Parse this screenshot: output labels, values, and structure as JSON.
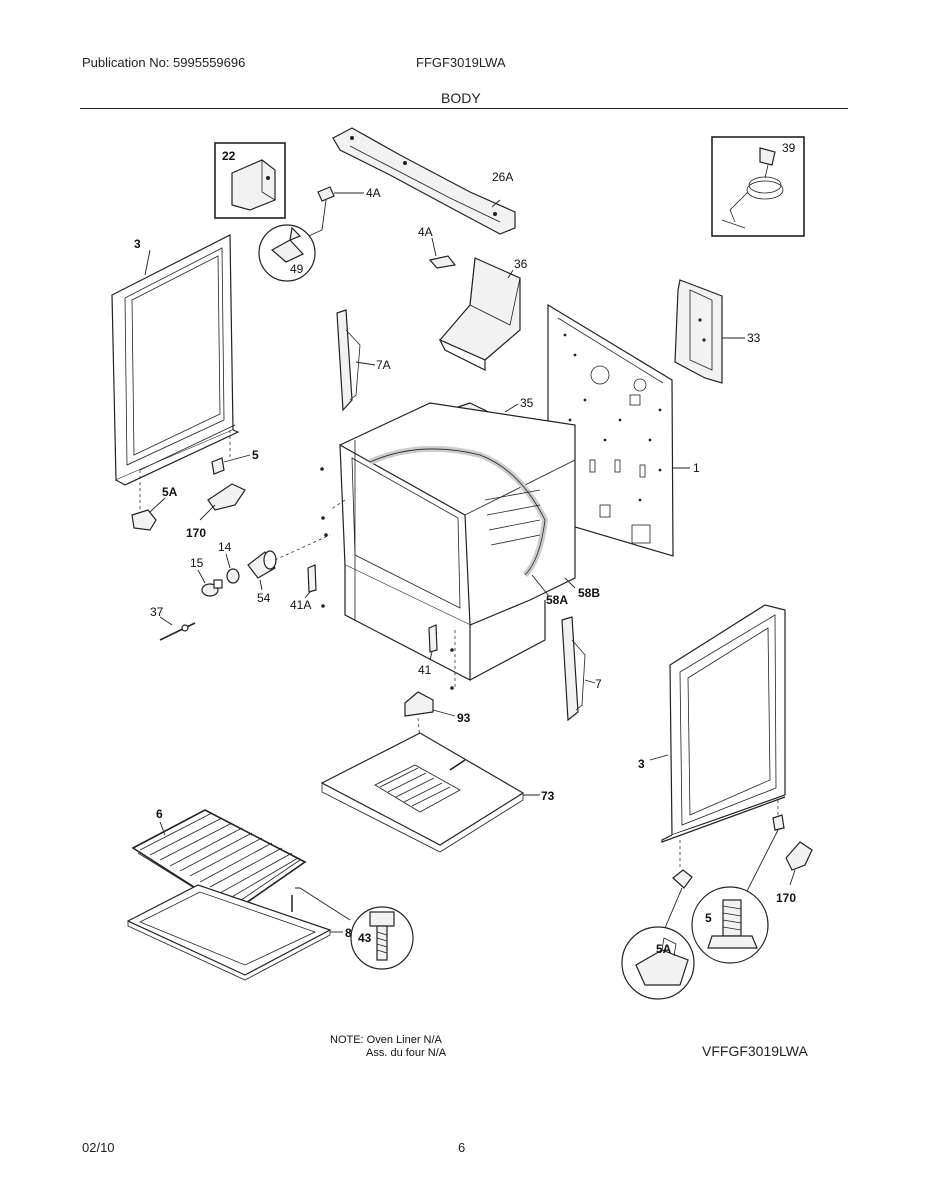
{
  "header": {
    "publication": "Publication No: 5995559696",
    "model": "FFGF3019LWA",
    "section_title": "BODY"
  },
  "footer": {
    "note_line1": "NOTE: Oven Liner N/A",
    "note_line2": "Ass. du four N/A",
    "diagram_code": "VFFGF3019LWA",
    "date": "02/10",
    "page": "6"
  },
  "part_labels": {
    "p22": "22",
    "p4A_top": "4A",
    "p49": "49",
    "p26A": "26A",
    "p39": "39",
    "p4A_mid": "4A",
    "p36": "36",
    "p3_left": "3",
    "p33": "33",
    "p7A": "7A",
    "p35": "35",
    "p5_left": "5",
    "p1": "1",
    "p5A_left": "5A",
    "p170_left": "170",
    "p14": "14",
    "p15": "15",
    "p54": "54",
    "p41A": "41A",
    "p58A": "58A",
    "p58B": "58B",
    "p37": "37",
    "p41": "41",
    "p7": "7",
    "p93": "93",
    "p3_right": "3",
    "p73": "73",
    "p6": "6",
    "p170_right": "170",
    "p8": "8",
    "p43": "43",
    "p5_right": "5",
    "p5A_right": "5A"
  }
}
